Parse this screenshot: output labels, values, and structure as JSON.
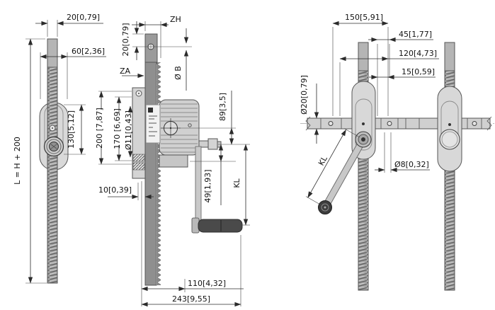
{
  "drawing_type": "technical-dimension-drawing-rack-and-pinion-crank-winch",
  "views": {
    "left_view": {
      "rod_width": "20[0,79]",
      "plate_width": "60[2,36]",
      "slot_length": "130[5,12]",
      "total_length": "L = H + 200"
    },
    "center_view": {
      "tooth_depth": "ZH",
      "hole_offset": "20[0,79]",
      "rack_label": "ZA",
      "hole_dia": "Ø B",
      "plate_height": "200 [7,87]",
      "slot_spacing": "170 [6,69]",
      "mount_hole_dia": "Ø11[0,43]",
      "axis_distance": "89[3,5]",
      "plate_offset": "10[0,39]",
      "crank_offset": "49[1,93]",
      "crank_length": "KL",
      "depth_to_rack": "110[4,32]",
      "total_depth": "243[9,55]"
    },
    "right_view": {
      "post_spacing": "150[5,91]",
      "offset_45": "45[1,77]",
      "offset_120": "120[4,73]",
      "offset_15": "15[0,59]",
      "tube_dia": "Ø20[0,79]",
      "crank_length": "KL",
      "pin_dia": "Ø8[0,32]"
    }
  },
  "colors": {
    "background": "#ffffff",
    "line": "#2b2b2b",
    "metal_light": "#d8d8d8",
    "metal_mid": "#a8a8a8",
    "rack": "#8f8f8f",
    "handle_dark": "#4a4a4a"
  }
}
